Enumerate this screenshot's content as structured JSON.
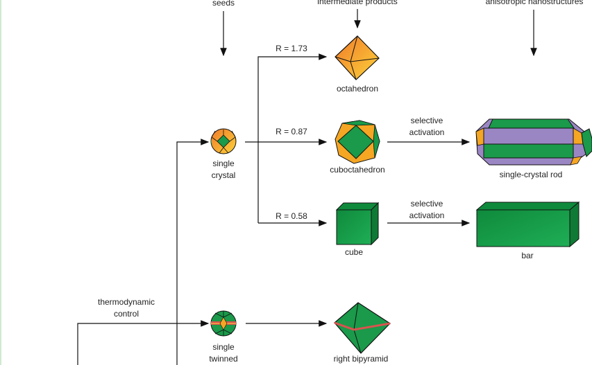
{
  "headers": {
    "seeds": "seeds",
    "intermediate": "intermediate products",
    "anisotropic": "anisotropic nanostructures"
  },
  "conditions": {
    "thermodynamic_line1": "thermodynamic",
    "thermodynamic_line2": "control"
  },
  "seeds": {
    "single_crystal_line1": "single",
    "single_crystal_line2": "crystal",
    "single_twinned_line1": "single",
    "single_twinned_line2": "twinned"
  },
  "ratios": {
    "octahedron": "R = 1.73",
    "cuboctahedron": "R = 0.87",
    "cube": "R = 0.58"
  },
  "products": {
    "octahedron": "octahedron",
    "cuboctahedron": "cuboctahedron",
    "cube": "cube",
    "right_bipyramid": "right bipyramid"
  },
  "steps": {
    "selective1_line1": "selective",
    "selective1_line2": "activation",
    "selective2_line1": "selective",
    "selective2_line2": "activation"
  },
  "nanostructures": {
    "rod": "single-crystal rod",
    "bar": "bar"
  },
  "colors": {
    "green": "#1a9a4a",
    "orange": "#f5a623",
    "purple": "#9b86c4",
    "red_band": "#d9534f"
  }
}
